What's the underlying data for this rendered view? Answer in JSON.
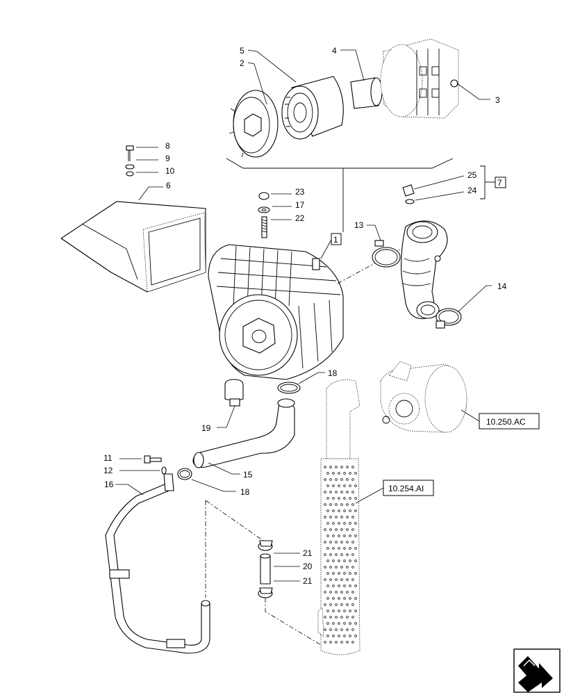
{
  "callouts": {
    "c1": "1",
    "c2": "2",
    "c3": "3",
    "c4": "4",
    "c5": "5",
    "c6": "6",
    "c7": "7",
    "c8": "8",
    "c9": "9",
    "c10": "10",
    "c11": "11",
    "c12": "12",
    "c13": "13",
    "c14": "14",
    "c15": "15",
    "c16": "16",
    "c17": "17",
    "c18a": "18",
    "c18b": "18",
    "c19": "19",
    "c20": "20",
    "c21a": "21",
    "c21b": "21",
    "c22": "22",
    "c23": "23",
    "c24": "24",
    "c25": "25"
  },
  "references": {
    "turbo_ref": "10.250.AC",
    "exhaust_ref": "10.254.AI"
  },
  "navigation": {
    "icon": "next-page-arrow-icon"
  }
}
